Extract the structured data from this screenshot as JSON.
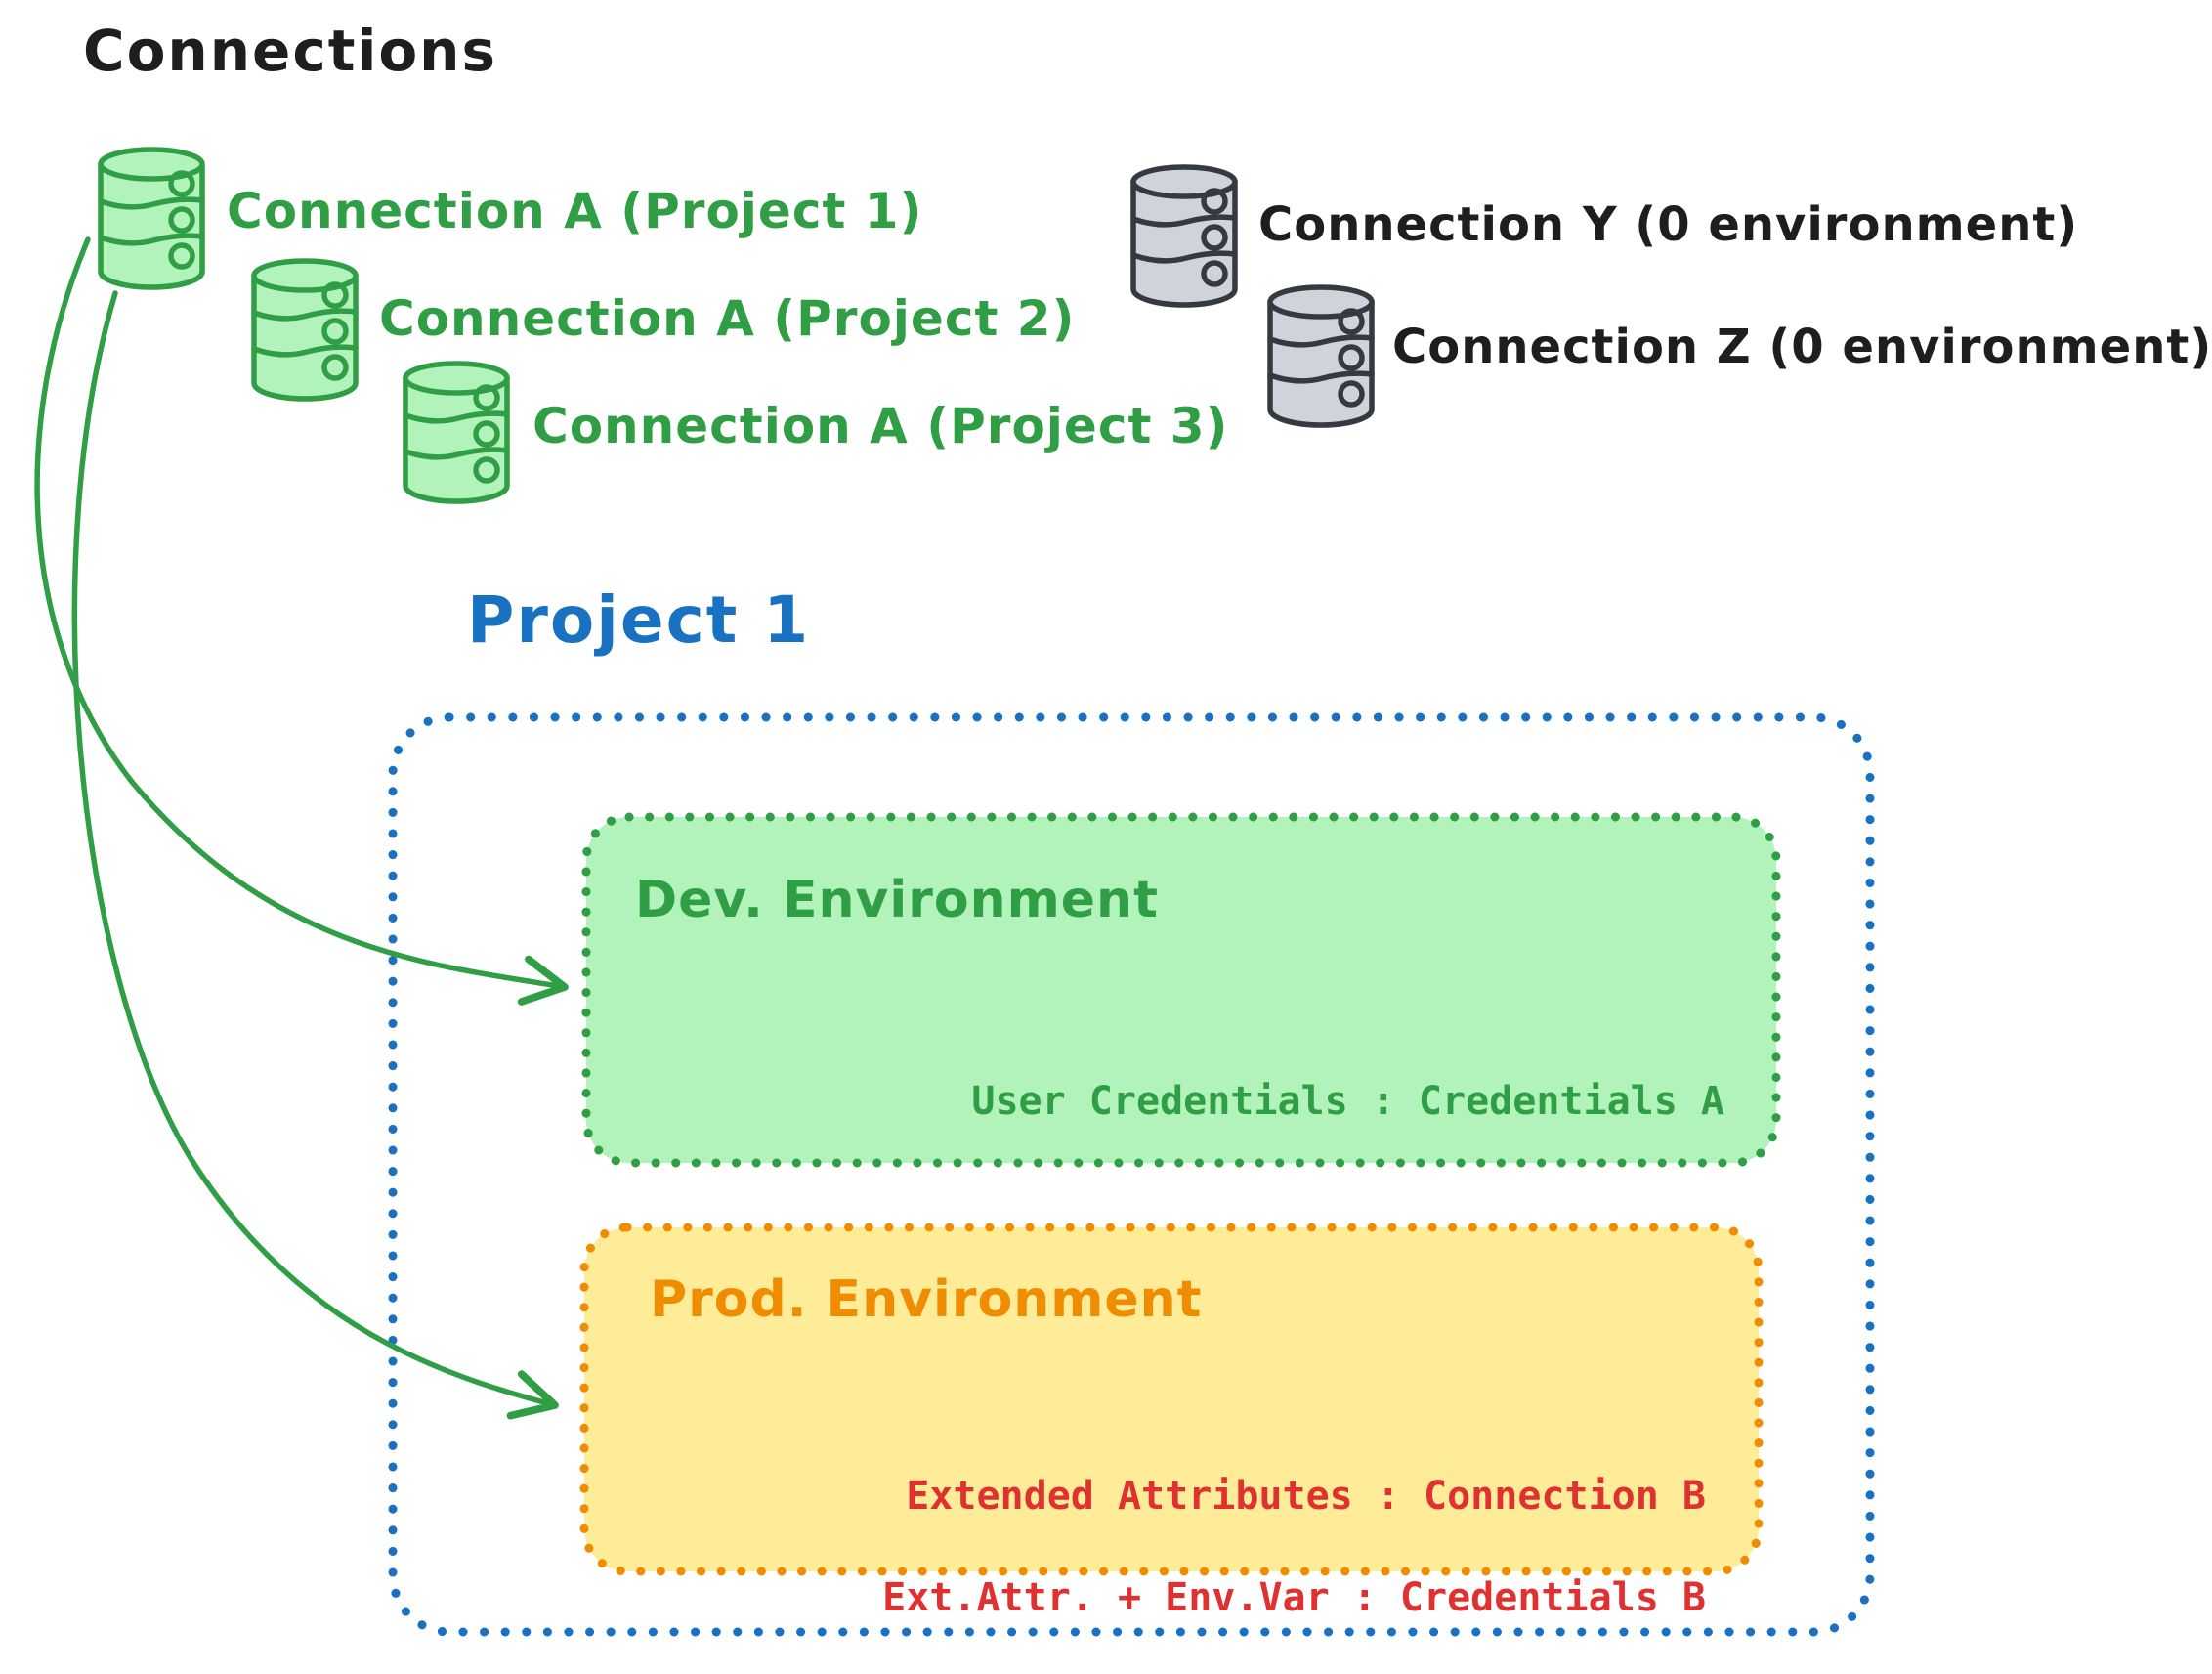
{
  "title": "Connections",
  "green_connections": [
    {
      "icon": "green-database-icon",
      "label": "Connection A (Project 1)"
    },
    {
      "icon": "green-database-icon",
      "label": "Connection A (Project 2)"
    },
    {
      "icon": "green-database-icon",
      "label": "Connection A (Project 3)"
    }
  ],
  "gray_connections": [
    {
      "icon": "gray-database-icon",
      "label": "Connection Y (0 environment)"
    },
    {
      "icon": "gray-database-icon",
      "label": "Connection Z (0 environment)"
    }
  ],
  "project": {
    "title": "Project 1",
    "dev_environment": {
      "title": "Dev. Environment",
      "mapping": "User Credentials : Credentials A"
    },
    "prod_environment": {
      "title": "Prod. Environment",
      "mapping_line1": "Extended Attributes : Connection B",
      "mapping_line2": "Ext.Attr. + Env.Var : Credentials B"
    }
  },
  "arrows": [
    {
      "name": "arrow-connection-a-to-dev",
      "from": "Connection A",
      "to": "Dev. Environment"
    },
    {
      "name": "arrow-connection-a-to-prod",
      "from": "Connection A",
      "to": "Prod. Environment"
    }
  ],
  "colors": {
    "green_stroke": "#2f9e44",
    "green_fill": "#b2f2bb",
    "gray_stroke": "#343a40",
    "gray_fill": "#ced4da",
    "blue": "#1971c2",
    "orange_stroke": "#f08c00",
    "orange_fill": "#ffec99",
    "red_text": "#e03131",
    "black_text": "#1e1e1e"
  }
}
